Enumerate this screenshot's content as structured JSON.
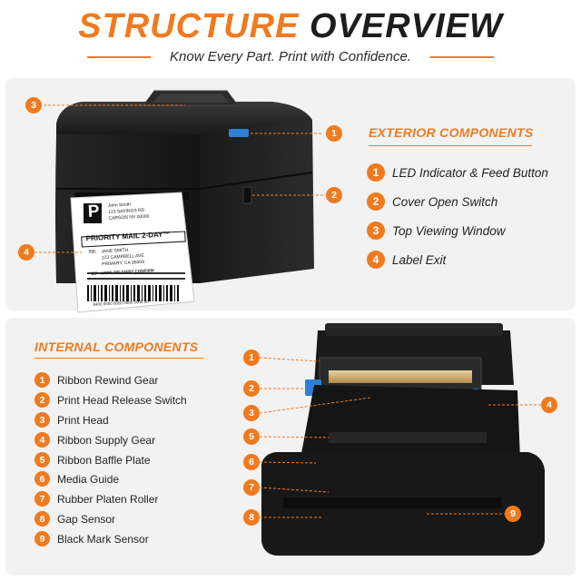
{
  "header": {
    "title_part1": "STRUCTURE",
    "title_part2": "OVERVIEW",
    "subtitle": "Know Every Part. Print with Confidence."
  },
  "exterior": {
    "title": "EXTERIOR COMPONENTS",
    "items": [
      {
        "num": "1",
        "label": "LED Indicator & Feed Button"
      },
      {
        "num": "2",
        "label": "Cover Open Switch"
      },
      {
        "num": "3",
        "label": "Top Viewing Window"
      },
      {
        "num": "4",
        "label": "Label Exit"
      }
    ]
  },
  "internal": {
    "title": "INTERNAL COMPONENTS",
    "items": [
      {
        "num": "1",
        "label": "Ribbon Rewind Gear"
      },
      {
        "num": "2",
        "label": "Print Head Release Switch"
      },
      {
        "num": "3",
        "label": "Print Head"
      },
      {
        "num": "4",
        "label": "Ribbon Supply Gear"
      },
      {
        "num": "5",
        "label": "Ribbon Baffle Plate"
      },
      {
        "num": "6",
        "label": "Media Guide"
      },
      {
        "num": "7",
        "label": "Rubber Platen Roller"
      },
      {
        "num": "8",
        "label": "Gap Sensor"
      },
      {
        "num": "9",
        "label": "Black Mark Sensor"
      }
    ]
  },
  "label_sheet": {
    "big_letter": "P",
    "sender_name": "John Smith",
    "sender_line2": "123 SAVINGS RD",
    "sender_line3": "CARSON NV 00000",
    "service": "PRIORITY MAIL 2-DAY™",
    "to_label": "TO:",
    "to_name": "JANE SMITH",
    "to_line2": "123 CAMPBELL AVE",
    "to_line3": "PRIMARY, CA 95009",
    "tracking_label": "ZIP - USPS DELIVERY CONFIRM",
    "tracking_number": "9400 0000 0000 0000 0000 00"
  },
  "exterior_callouts": [
    "1",
    "2",
    "3",
    "4"
  ],
  "internal_callouts": [
    "1",
    "2",
    "3",
    "4",
    "5",
    "6",
    "7",
    "8",
    "9"
  ],
  "colors": {
    "accent": "#f07a1f",
    "dark": "#1d1d1d",
    "panel": "#f2f2f2",
    "printer_body": "#1b1b1b",
    "button_blue": "#2f7fd6"
  },
  "icons": {
    "printer_exterior": "thermal-printer-closed",
    "printer_interior": "thermal-printer-open"
  }
}
